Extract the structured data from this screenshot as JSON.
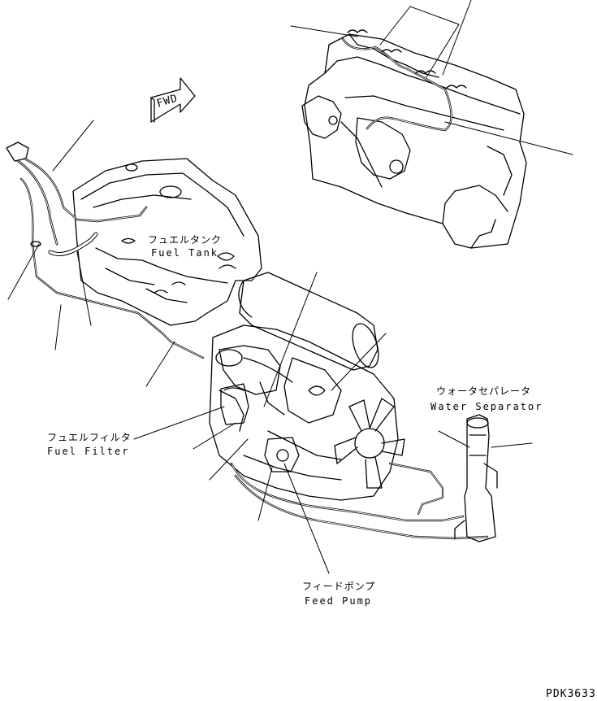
{
  "fwd_marker": {
    "text": "FWD"
  },
  "labels": {
    "fuel_tank": {
      "jp": "フュエルタンク",
      "en": "Fuel Tank"
    },
    "water_separator": {
      "jp": "ウォータセパレータ",
      "en": "Water Separator"
    },
    "fuel_filter": {
      "jp": "フュエルフィルタ",
      "en": "Fuel Filter"
    },
    "feed_pump": {
      "jp": "フィードポンプ",
      "en": "Feed Pump"
    }
  },
  "drawing_code": "PDK3633"
}
